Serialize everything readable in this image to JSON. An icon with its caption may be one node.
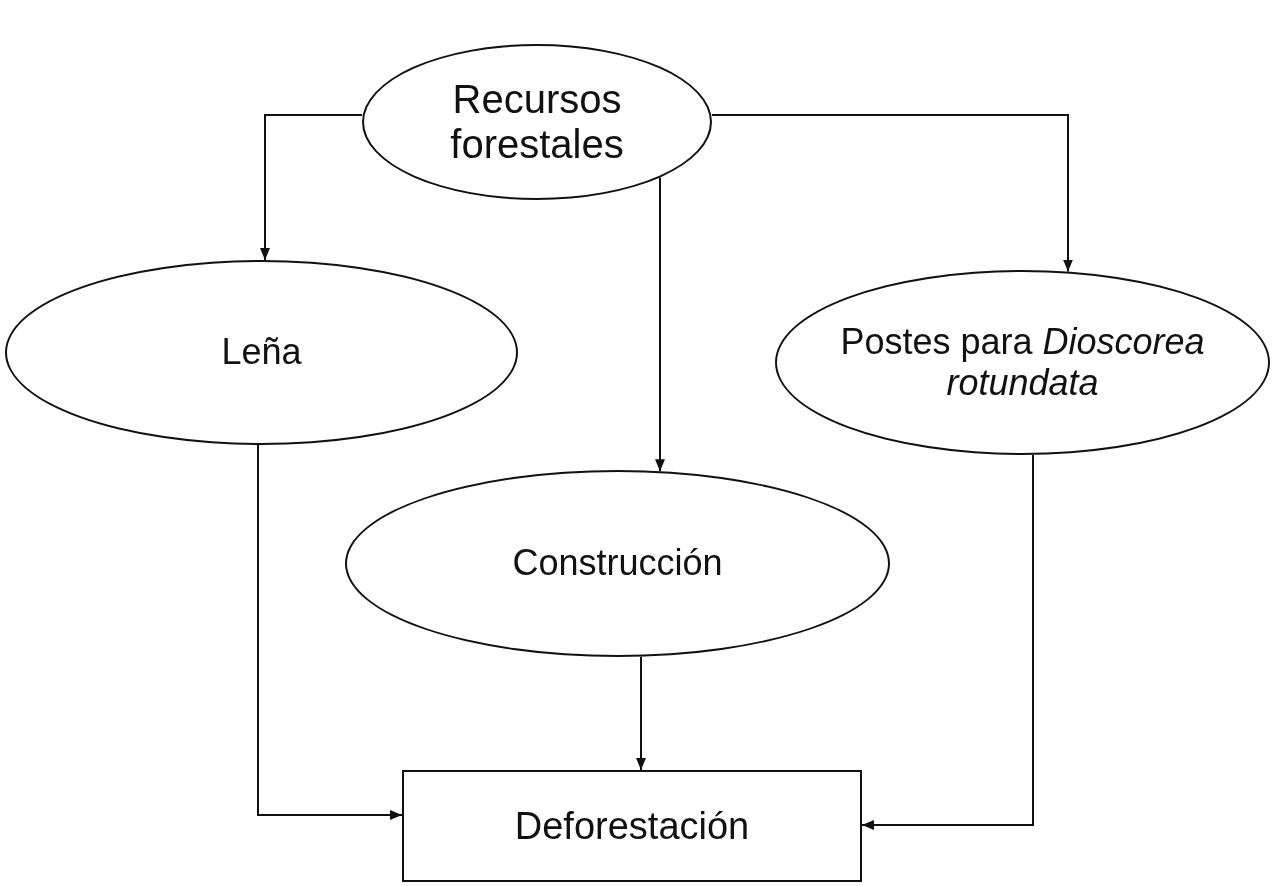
{
  "diagram": {
    "nodes": [
      {
        "text": [
          "Recursos forestales"
        ]
      },
      {
        "text": [
          "Leña"
        ]
      },
      {
        "text": [
          "Construcción"
        ]
      },
      {
        "text": [
          "Postes para *Dioscorea rotundata*"
        ]
      },
      {
        "text": [
          "Deforestación"
        ]
      }
    ],
    "edges": [
      {
        "from": 0,
        "to": 1,
        "arrow": "to"
      },
      {
        "from": 0,
        "to": 2,
        "arrow": "to"
      },
      {
        "from": 0,
        "to": 3,
        "arrow": "to"
      },
      {
        "from": 1,
        "to": 4,
        "arrow": "to"
      },
      {
        "from": 2,
        "to": 4,
        "arrow": "to"
      },
      {
        "from": 3,
        "to": 4,
        "arrow": "to"
      }
    ]
  }
}
